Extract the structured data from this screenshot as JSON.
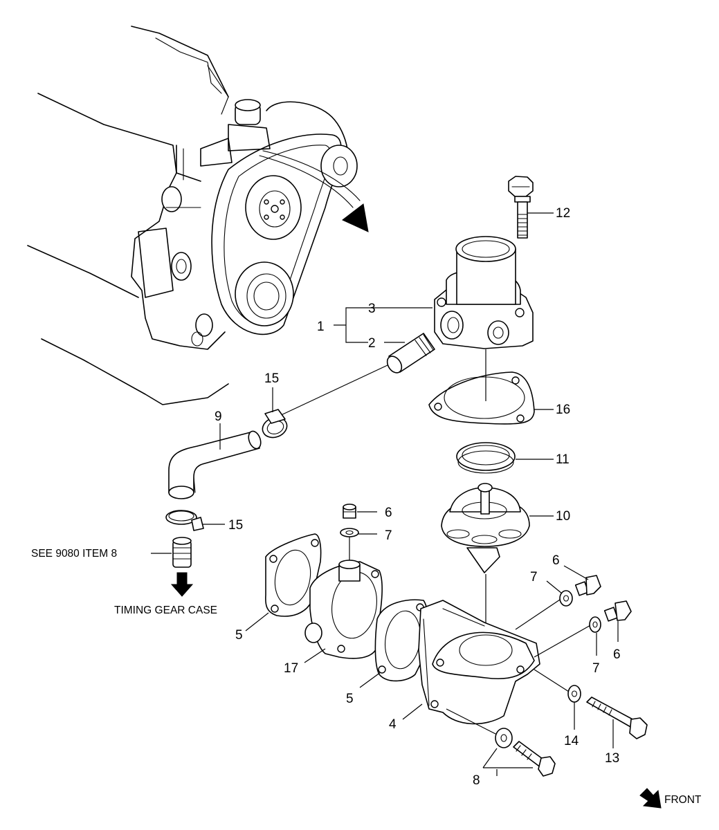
{
  "callouts": {
    "c1": "1",
    "c2": "2",
    "c3": "3",
    "c4": "4",
    "c5a": "5",
    "c5b": "5",
    "c6a": "6",
    "c6b": "6",
    "c6c": "6",
    "c7a": "7",
    "c7b": "7",
    "c7c": "7",
    "c8": "8",
    "c9": "9",
    "c10": "10",
    "c11": "11",
    "c12": "12",
    "c13": "13",
    "c14": "14",
    "c15a": "15",
    "c15b": "15",
    "c16": "16",
    "c17": "17"
  },
  "notes": {
    "see_ref": "SEE 9080 ITEM 8",
    "timing_case": "TIMING GEAR CASE",
    "front": "FRONT"
  }
}
